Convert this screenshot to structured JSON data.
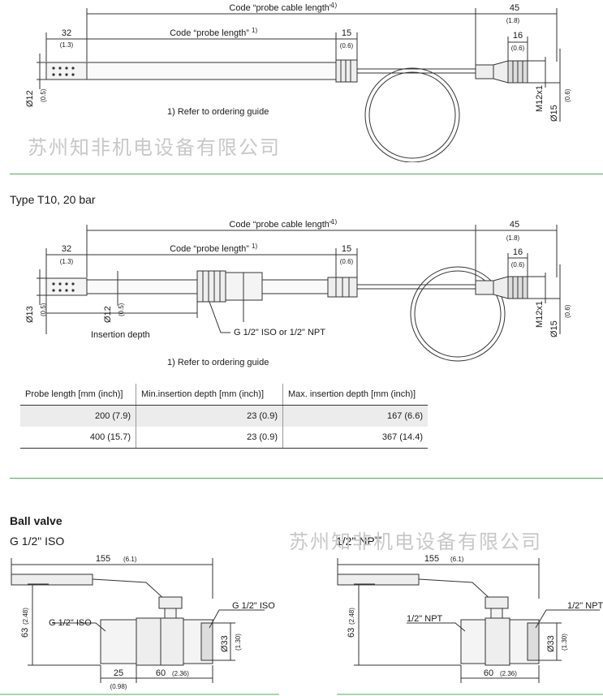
{
  "fig1": {
    "cable_label": "Code “probe cable length”",
    "cable_sup": "1)",
    "probe_label": "Code “probe length”",
    "probe_sup": "1)",
    "d32": "32",
    "d32_in": "(1.3)",
    "d45": "45",
    "d45_in": "(1.8)",
    "d15": "15",
    "d15_in": "(0.6)",
    "d16": "16",
    "d16_in": "(0.6)",
    "dia12": "Ø12",
    "dia12_in": "(0.5)",
    "m12": "M12x1",
    "dia15": "Ø15",
    "dia15_in": "(0.6)",
    "note": "1) Refer to ordering guide"
  },
  "watermark": "苏州知非机电设备有限公司",
  "section2": {
    "title": "Type T10, 20 bar",
    "cable_label": "Code “probe cable length”",
    "cable_sup": "1)",
    "probe_label": "Code “probe length”",
    "probe_sup": "1)",
    "d32": "32",
    "d32_in": "(1.3)",
    "d45": "45",
    "d45_in": "(1.8)",
    "d15": "15",
    "d15_in": "(0.6)",
    "d16": "16",
    "d16_in": "(0.6)",
    "dia13": "Ø13",
    "dia13_in": "(0.5)",
    "dia12": "Ø12",
    "dia12_in": "(0.5)",
    "insertion": "Insertion depth",
    "thread": "G 1/2\" ISO or 1/2\" NPT",
    "m12": "M12x1",
    "dia15": "Ø15",
    "dia15_in": "(0.6)",
    "note": "1) Refer to ordering guide",
    "table": {
      "headers": [
        "Probe length [mm (inch)]",
        "Min.insertion depth [mm (inch)]",
        "Max. insertion depth [mm (inch)]"
      ],
      "rows": [
        [
          "200 (7.9)",
          "23 (0.9)",
          "167 (6.6)"
        ],
        [
          "400 (15.7)",
          "23 (0.9)",
          "367 (14.4)"
        ]
      ]
    }
  },
  "section3": {
    "title": "Ball valve",
    "iso": {
      "subtitle": "G 1/2\" ISO",
      "d155": "155",
      "d155_in": "(6.1)",
      "d63": "63",
      "d63_in": "(2.48)",
      "left_thread": "G 1/2\" ISO",
      "right_thread": "G 1/2\" ISO",
      "dia33": "Ø33",
      "dia33_in": "(1.30)",
      "d25": "25",
      "d25_in": "(0.98)",
      "d60": "60",
      "d60_in": "(2.36)"
    },
    "npt": {
      "subtitle": "1/2\" NPT",
      "d155": "155",
      "d155_in": "(6.1)",
      "d63": "63",
      "d63_in": "(2.48)",
      "left_thread": "1/2\" NPT",
      "right_thread": "1/2\" NPT",
      "dia33": "Ø33",
      "dia33_in": "(1.30)",
      "d60": "60",
      "d60_in": "(2.36)"
    }
  },
  "colors": {
    "accent_line": "#4caf50",
    "drawing": "#333333",
    "watermark": "#c8c8c8"
  }
}
